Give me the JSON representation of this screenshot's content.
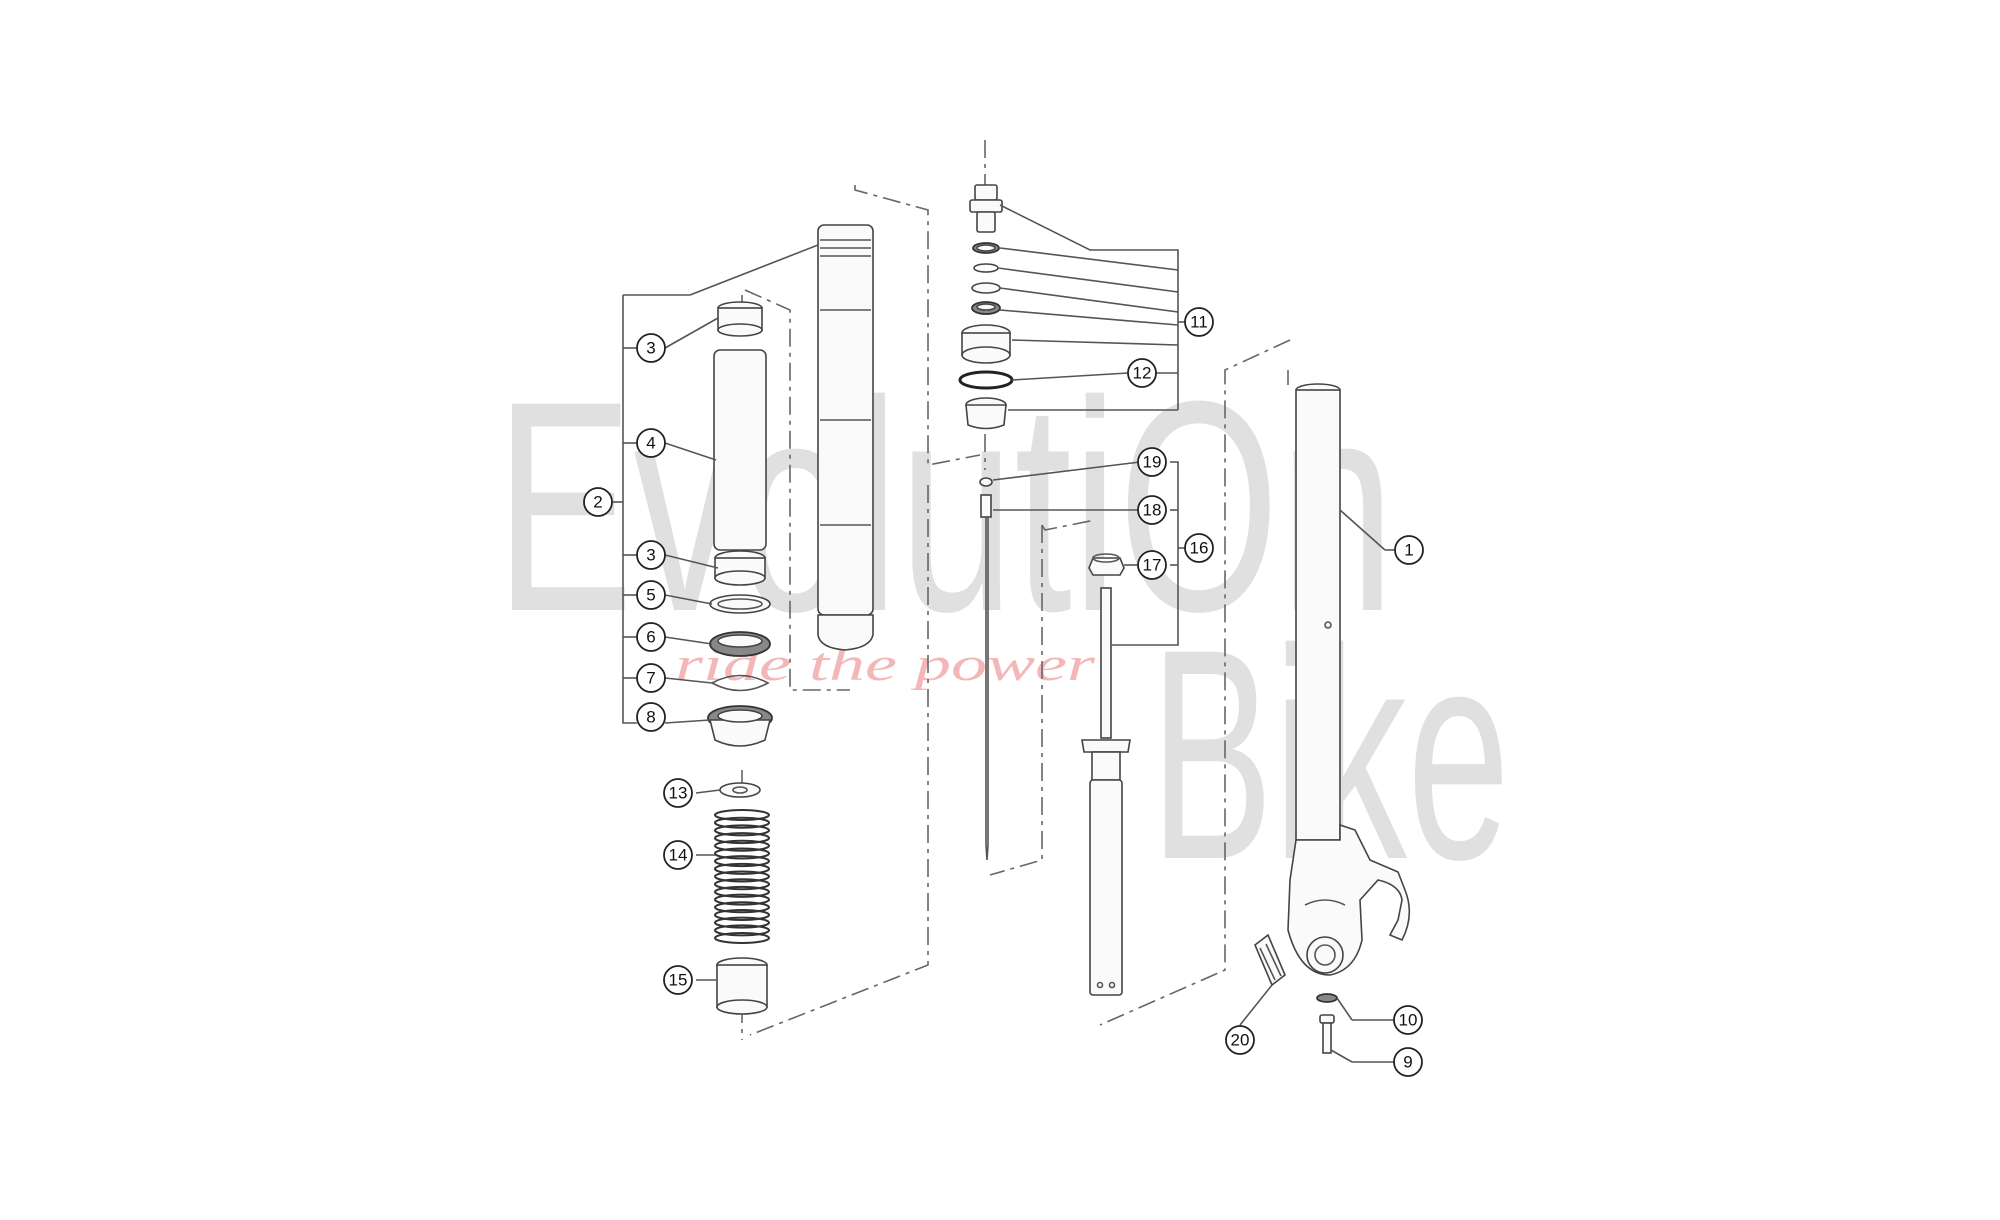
{
  "watermark": {
    "line1": "EvolutiOn",
    "line2": "Bike",
    "tagline": "ride the power"
  },
  "callouts": [
    {
      "id": "1",
      "label": "1"
    },
    {
      "id": "2",
      "label": "2"
    },
    {
      "id": "3a",
      "label": "3"
    },
    {
      "id": "3b",
      "label": "3"
    },
    {
      "id": "4",
      "label": "4"
    },
    {
      "id": "5",
      "label": "5"
    },
    {
      "id": "6",
      "label": "6"
    },
    {
      "id": "7",
      "label": "7"
    },
    {
      "id": "8",
      "label": "8"
    },
    {
      "id": "9",
      "label": "9"
    },
    {
      "id": "10",
      "label": "10"
    },
    {
      "id": "11",
      "label": "11"
    },
    {
      "id": "12",
      "label": "12"
    },
    {
      "id": "13",
      "label": "13"
    },
    {
      "id": "14",
      "label": "14"
    },
    {
      "id": "15",
      "label": "15"
    },
    {
      "id": "16",
      "label": "16"
    },
    {
      "id": "17",
      "label": "17"
    },
    {
      "id": "18",
      "label": "18"
    },
    {
      "id": "19",
      "label": "19"
    },
    {
      "id": "20",
      "label": "20"
    }
  ]
}
